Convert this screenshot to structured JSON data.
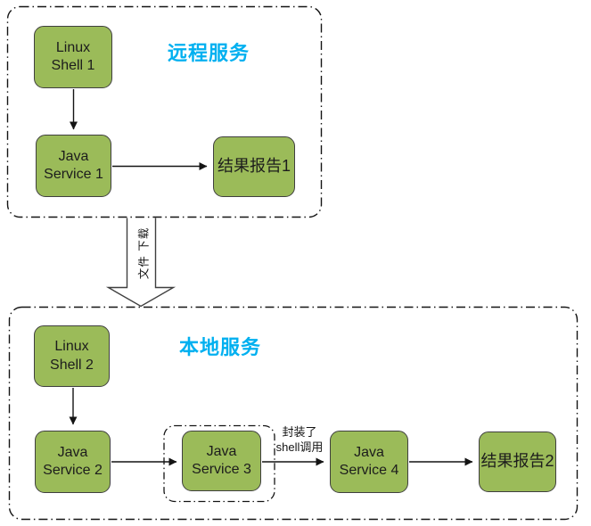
{
  "colors": {
    "box_fill": "#9bbb59",
    "box_border": "#3f3f3f",
    "group_title": "#00b0f0",
    "line": "#141414",
    "background": "#ffffff"
  },
  "groups": {
    "remote": {
      "title": "远程服务"
    },
    "local": {
      "title": "本地服务"
    }
  },
  "nodes": {
    "linux_shell_1": {
      "label": "Linux\nShell 1"
    },
    "java_service_1": {
      "label": "Java\nService 1"
    },
    "result_report_1": {
      "label": "结果报告1"
    },
    "linux_shell_2": {
      "label": "Linux\nShell 2"
    },
    "java_service_2": {
      "label": "Java\nService 2"
    },
    "java_service_3": {
      "label": "Java\nService 3"
    },
    "java_service_4": {
      "label": "Java\nService 4"
    },
    "result_report_2": {
      "label": "结果报告2"
    }
  },
  "annotations": {
    "file_download": "文件 下载",
    "shell_wrapper_note": "封装了\nshell调用"
  }
}
